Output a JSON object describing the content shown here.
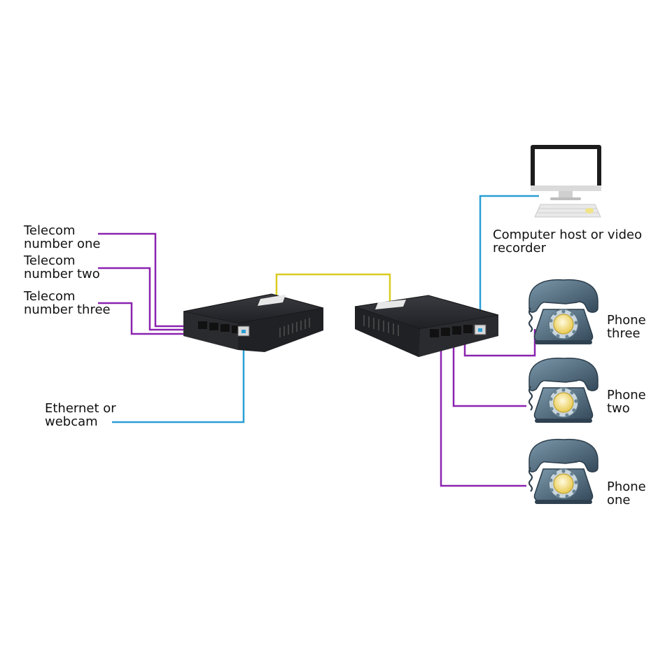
{
  "labels": {
    "telecom_one": [
      "Telecom",
      "number one"
    ],
    "telecom_two": [
      "Telecom",
      "number two"
    ],
    "telecom_three": [
      "Telecom",
      "number three"
    ],
    "ethernet": [
      "Ethernet or",
      "webcam"
    ],
    "computer": [
      "Computer host or video",
      "recorder"
    ],
    "phone_three": [
      "Phone",
      "three"
    ],
    "phone_two": [
      "Phone",
      "two"
    ],
    "phone_one": [
      "Phone",
      "one"
    ]
  },
  "colors": {
    "telephone_line": "#8B23B0",
    "ethernet_line": "#2A9FD6",
    "fiber_line": "#D9CC22",
    "device_body": "#2b2c30",
    "phone_body": "#4f6b7d",
    "dial_face": "#f3e3a0"
  }
}
